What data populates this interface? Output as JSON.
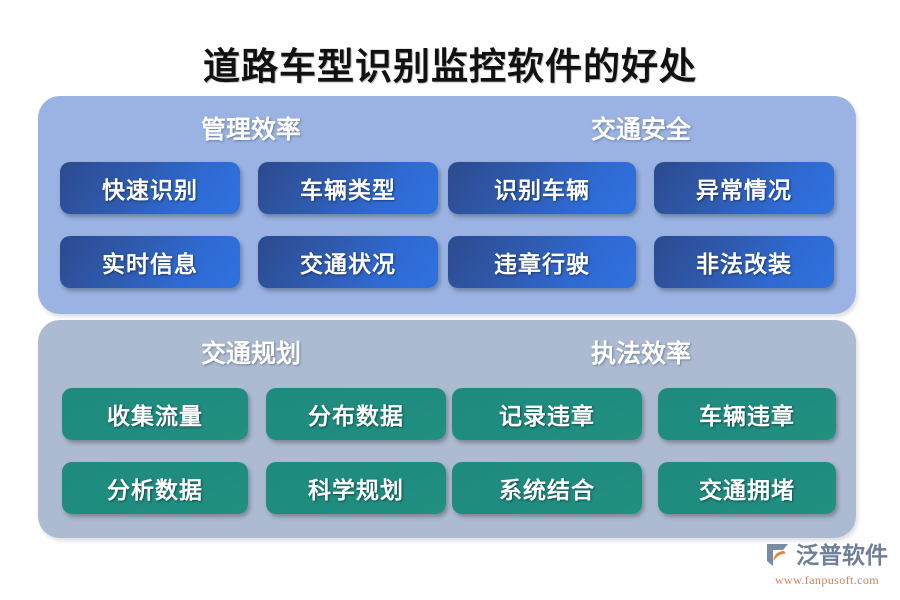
{
  "title": "道路车型识别监控软件的好处",
  "panels": [
    {
      "id": "benefits-upper",
      "theme": "blue",
      "groups": [
        {
          "heading": "管理效率",
          "items": [
            "快速识别",
            "车辆类型",
            "实时信息",
            "交通状况"
          ]
        },
        {
          "heading": "交通安全",
          "items": [
            "识别车辆",
            "异常情况",
            "违章行驶",
            "非法改装"
          ]
        }
      ]
    },
    {
      "id": "benefits-lower",
      "theme": "green",
      "groups": [
        {
          "heading": "交通规划",
          "items": [
            "收集流量",
            "分布数据",
            "分析数据",
            "科学规划"
          ]
        },
        {
          "heading": "执法效率",
          "items": [
            "记录违章",
            "车辆违章",
            "系统结合",
            "交通拥堵"
          ]
        }
      ]
    }
  ],
  "logo": {
    "name": "泛普软件",
    "url": "www.fanpusoft.com",
    "mark_color": "#7a8aa3",
    "swoosh_color": "#e8833a",
    "name_color": "#6e7f99",
    "url_color": "#cf7f5e"
  },
  "colors": {
    "panel_blue": "#9ab3e2",
    "panel_gray": "#adbbd2",
    "chip_blue_dark": "#2c4a8f",
    "chip_blue_light": "#2f72dd",
    "chip_green": "#1f8b7e",
    "title_text": "#111111",
    "heading_text": "#ffffff",
    "chip_text": "#ffffff",
    "background": "#ffffff"
  }
}
